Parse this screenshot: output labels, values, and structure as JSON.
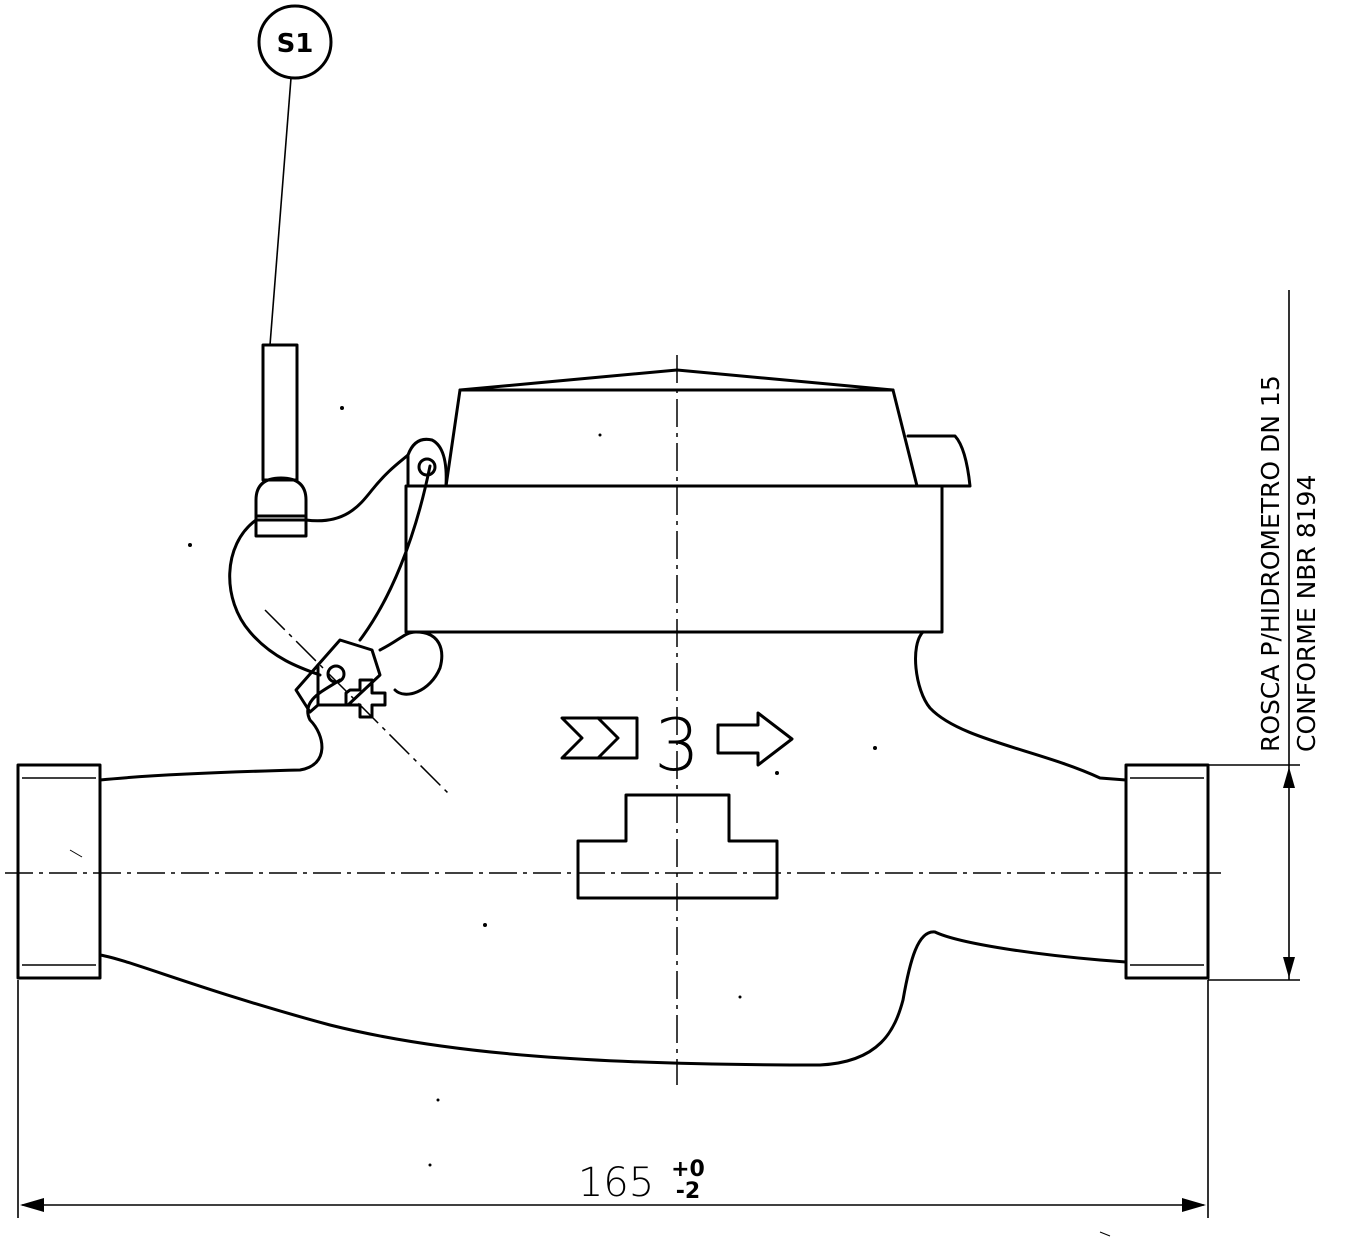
{
  "balloon": {
    "label": "S1"
  },
  "flow_marker": {
    "number": "3"
  },
  "dimension": {
    "nominal": "165",
    "tol_upper": "+0",
    "tol_lower": "-2"
  },
  "thread_note": {
    "line1": "ROSCA P/HIDROMETRO DN 15",
    "line2": "CONFORME NBR 8194"
  }
}
